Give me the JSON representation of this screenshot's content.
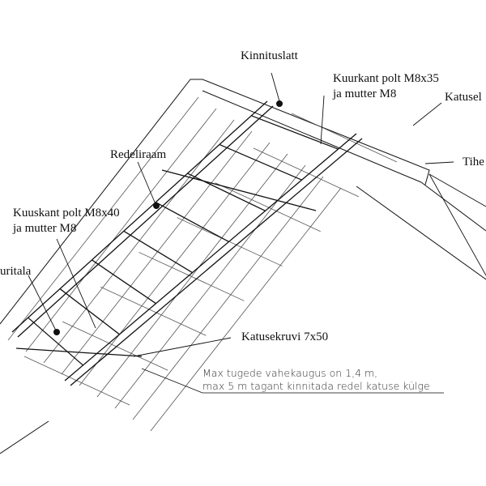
{
  "labels": {
    "kinnituslatt": "Kinnituslatt",
    "kuurkant_1": "Kuurkant polt M8x35",
    "kuurkant_2": "ja mutter M8",
    "katusel": "Katusel",
    "tihe": "Tihe",
    "redeliraam": "Redeliraam",
    "kuuskant_1": "Kuuskant polt M8x40",
    "kuuskant_2": "ja mutter M8",
    "uritala": "uritala",
    "katusekruvi": "Katusekruvi 7x50"
  },
  "note": {
    "line1": "Max tugede vahekaugus on 1,4 m,",
    "line2": "max 5 m tagant kinnitada redel katuse külge"
  }
}
